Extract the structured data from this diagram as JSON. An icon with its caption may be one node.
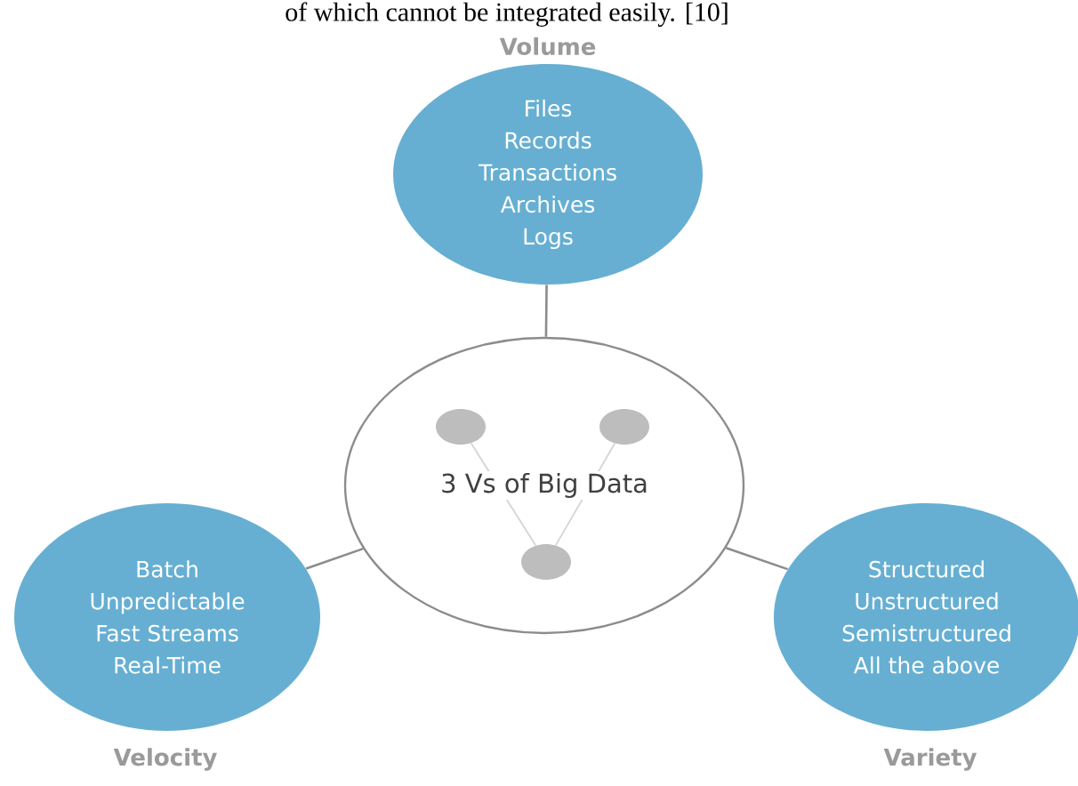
{
  "diagram": {
    "nodes": [
      {
        "text": [
          "3 Vs of Big Data"
        ]
      },
      {
        "text": [
          "Volume",
          "Files",
          "Records",
          "Transactions",
          "Archives",
          "Logs"
        ]
      },
      {
        "text": [
          "Batch",
          "Unpredictable",
          "Fast Streams",
          "Real-Time",
          "Velocity"
        ]
      },
      {
        "text": [
          "Structured",
          "Unstructured",
          "Semistructured",
          "All the above",
          "Variety"
        ]
      },
      {
        "text": [],
        "shape": "circle",
        "in": 0
      },
      {
        "text": [],
        "shape": "circle",
        "in": 0
      },
      {
        "text": [],
        "shape": "circle",
        "in": 0
      }
    ],
    "edges": [
      {
        "from": 0,
        "to": 1,
        "arrow": "none"
      },
      {
        "from": 0,
        "to": 2,
        "arrow": "none"
      },
      {
        "from": 0,
        "to": 3,
        "arrow": "none"
      },
      {
        "from": 4,
        "to": 6,
        "arrow": "none",
        "color": "#d4d4d4"
      },
      {
        "from": 5,
        "to": 6,
        "arrow": "none",
        "color": "#d4d4d4"
      }
    ],
    "labels": [
      "of which cannot be integrated easily. [10]"
    ]
  }
}
